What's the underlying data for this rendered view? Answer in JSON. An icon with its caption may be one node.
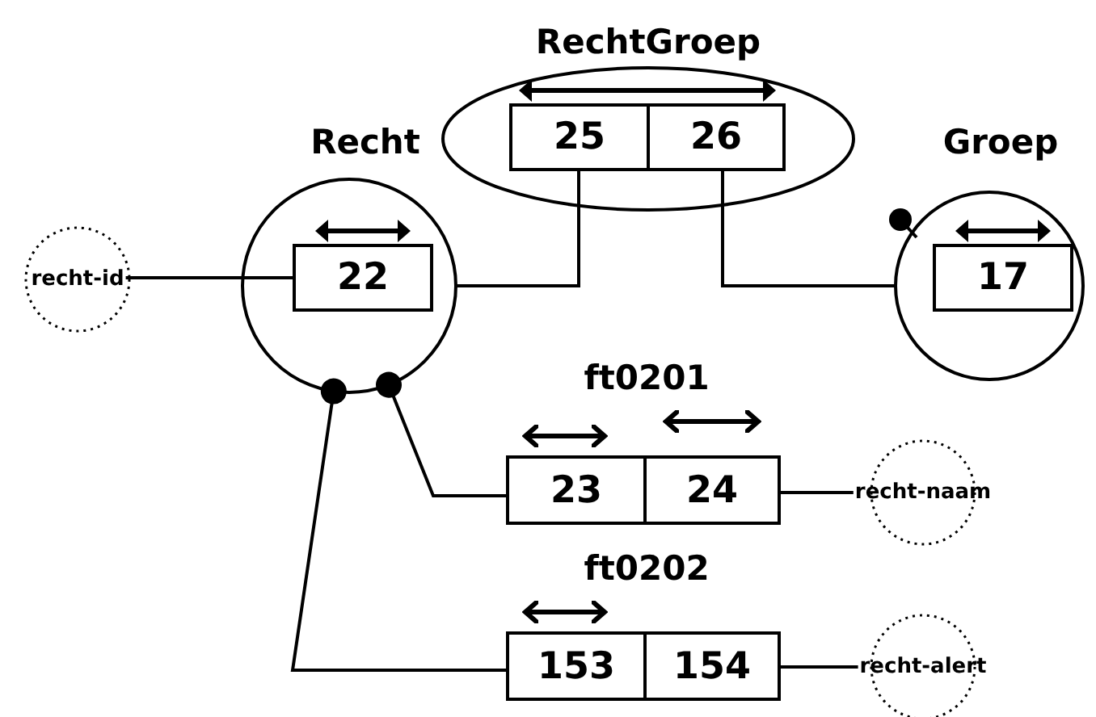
{
  "diagram": {
    "nodes": [
      {
        "text": [
          "Recht"
        ]
      },
      {
        "text": [
          "22"
        ],
        "in": 0
      },
      {
        "text": [
          "RechtGroep"
        ]
      },
      {
        "text": [
          "25"
        ],
        "in": 2
      },
      {
        "text": [
          "26"
        ],
        "in": 2
      },
      {
        "text": [
          "Groep"
        ]
      },
      {
        "text": [
          "17"
        ],
        "in": 5
      },
      {
        "text": [
          "recht-id"
        ]
      },
      {
        "text": [
          "23"
        ]
      },
      {
        "text": [
          "24"
        ]
      },
      {
        "text": [
          "153"
        ]
      },
      {
        "text": [
          "154"
        ]
      },
      {
        "text": [
          "recht-naam"
        ]
      },
      {
        "text": [
          "recht-alert"
        ]
      }
    ],
    "edges": [
      {
        "from": 7,
        "to": 1,
        "arrow": "none"
      },
      {
        "from": 0,
        "to": 3,
        "arrow": "none"
      },
      {
        "from": 4,
        "to": 5,
        "arrow": "none"
      },
      {
        "from": 0,
        "to": 8,
        "arrow": "other"
      },
      {
        "from": 0,
        "to": 10,
        "arrow": "other"
      },
      {
        "from": 9,
        "to": 12,
        "arrow": "none"
      },
      {
        "from": 11,
        "to": 13,
        "arrow": "none"
      }
    ],
    "labels": [
      "ft0201",
      "ft0202"
    ]
  }
}
